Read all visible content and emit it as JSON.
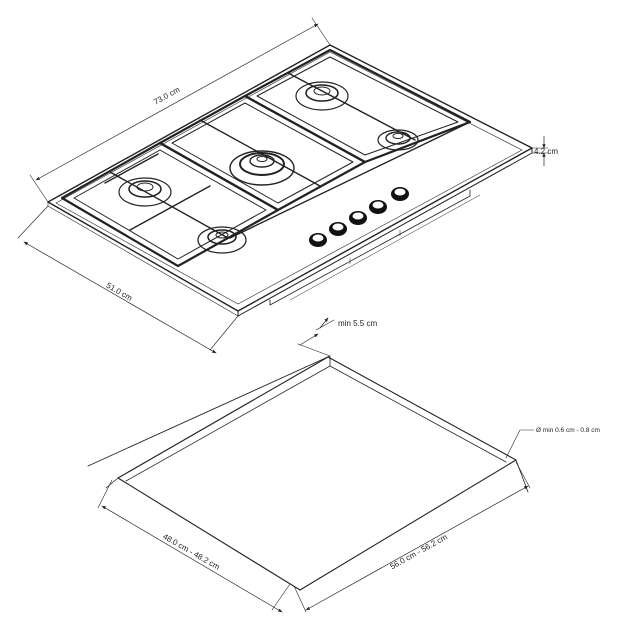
{
  "hob": {
    "width_label": "73.0 cm",
    "depth_label": "51.0 cm",
    "height_label": "4.2 cm"
  },
  "cutout": {
    "min_edge_label": "min 5.5 cm",
    "corner_radius_label": "Ø min 0.6 cm - 0.8 cm",
    "depth_label": "48.0 cm - 48.2 cm",
    "width_label": "56.0 cm - 56.2 cm"
  }
}
